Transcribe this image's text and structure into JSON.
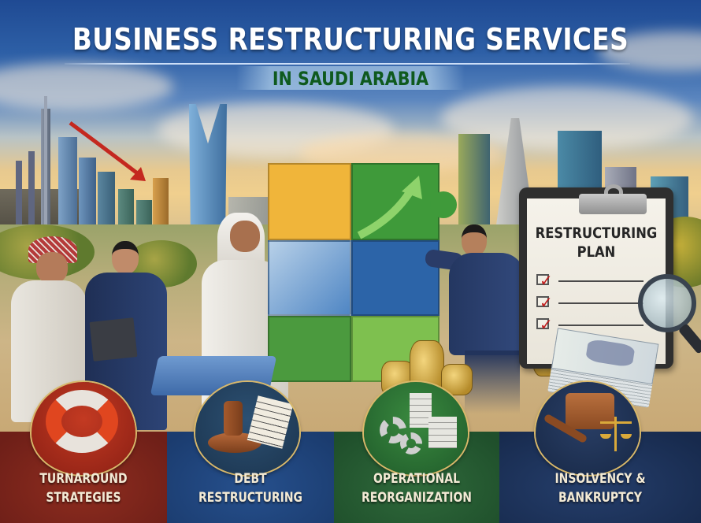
{
  "header": {
    "title": "BUSINESS RESTRUCTURING SERVICES",
    "subtitle": "IN SAUDI ARABIA"
  },
  "scene": {
    "clipboard": {
      "title_line1": "RESTRUCTURING",
      "title_line2": "PLAN",
      "checklist_items": 3,
      "check_color": "#c21d1d"
    },
    "puzzle_colors": [
      "#f0b53a",
      "#3f9a3a",
      "#4f86c4",
      "#2c64a8",
      "#4b9a3e",
      "#7ec04f"
    ],
    "arrow_color": "#c4281f"
  },
  "services": [
    {
      "label_line1": "TURNAROUND",
      "label_line2": "STRATEGIES",
      "icon": "lifebuoy-icon",
      "color": "#8f2d1f"
    },
    {
      "label_line1": "DEBT",
      "label_line2": "RESTRUCTURING",
      "icon": "gavel-document-icon",
      "color": "#26508d"
    },
    {
      "label_line1": "OPERATIONAL",
      "label_line2": "REORGANIZATION",
      "icon": "gears-buildings-icon",
      "color": "#2f6a3b"
    },
    {
      "label_line1": "INSOLVENCY &",
      "label_line2": "BANKRUPTCY",
      "icon": "briefcase-gavel-scales-icon",
      "color": "#253e6b"
    }
  ]
}
